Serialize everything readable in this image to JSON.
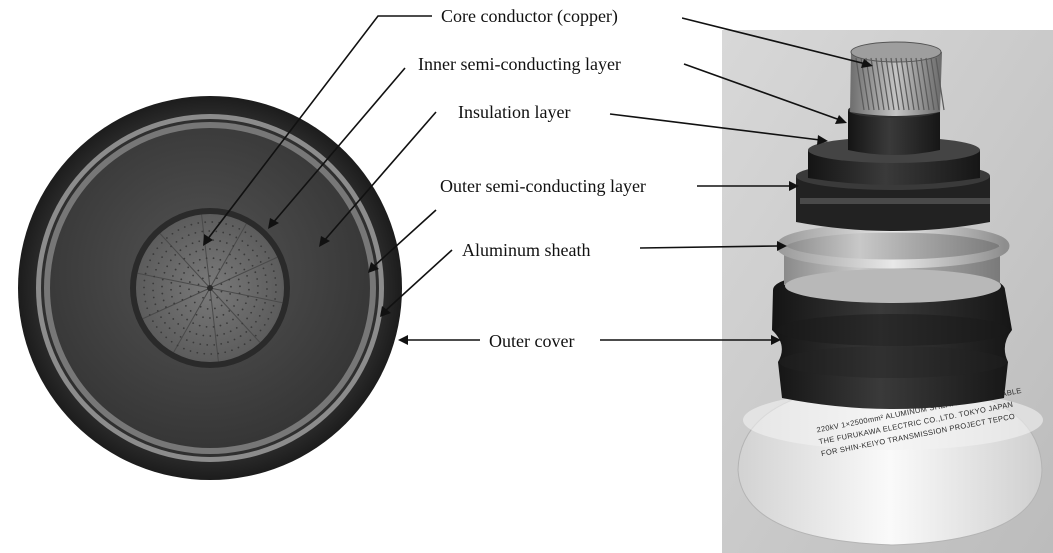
{
  "labels": {
    "core": "Core conductor (copper)",
    "inner_semi": "Inner semi-conducting layer",
    "insulation": "Insulation layer",
    "outer_semi": "Outer semi-conducting layer",
    "sheath": "Aluminum sheath",
    "cover": "Outer cover"
  },
  "cable_print": {
    "line1": "220kV 1×2500mm² ALUMINUM SHEATHED XLPE CABLE",
    "line2": "THE FURUKAWA ELECTRIC CO.,LTD. TOKYO JAPAN",
    "line3": "FOR SHIN-KEIYO TRANSMISSION PROJECT TEPCO"
  },
  "colors": {
    "outer_cover": "#2e2e2e",
    "sheath": "#9a9a9a",
    "insulation": "#3f3f3f",
    "core": "#6a6a6a",
    "base_white": "#ececec",
    "photo_bg": "#c9c9c9"
  }
}
